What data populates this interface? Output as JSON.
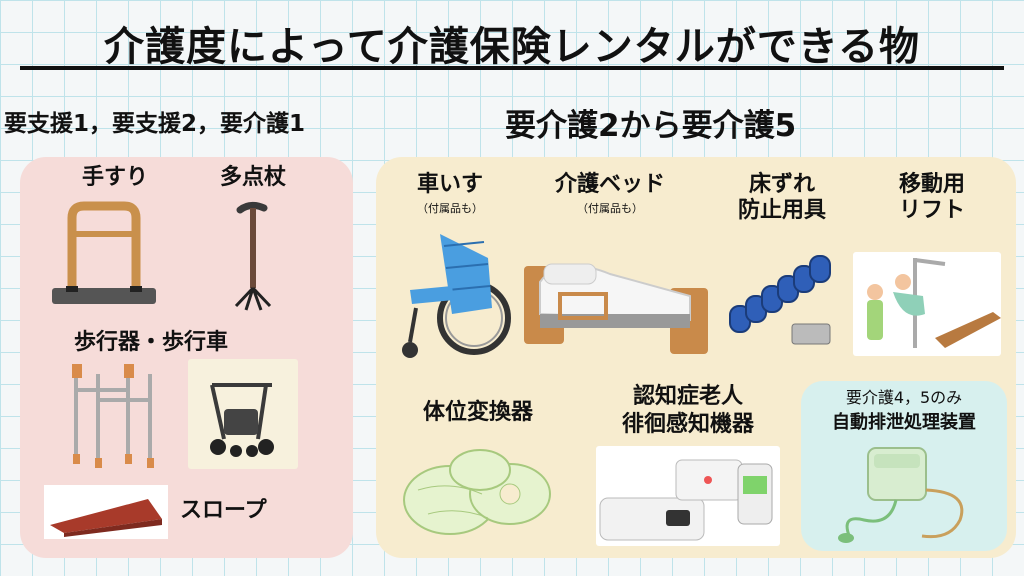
{
  "title": "介護度によって介護保険レンタルができる物",
  "left_category": "要支援1，要支援2，要介護1",
  "right_category": "要介護2から要介護5",
  "left_items": {
    "handrail": "手すり",
    "cane": "多点杖",
    "walker": "歩行器・歩行車",
    "slope": "スロープ"
  },
  "right_items": {
    "wheelchair": "車いす",
    "wheelchair_note": "（付属品も）",
    "bed": "介護ベッド",
    "bed_note": "（付属品も）",
    "bedsore_line1": "床ずれ",
    "bedsore_line2": "防止用具",
    "lift_line1": "移動用",
    "lift_line2": "リフト",
    "positioner": "体位変換器",
    "sensor_line1": "認知症老人",
    "sensor_line2": "徘徊感知機器"
  },
  "special": {
    "badge": "要介護4，5のみ",
    "item": "自動排泄処理装置"
  },
  "colors": {
    "left_panel": "#f6dcd9",
    "right_panel": "#f7eccf",
    "special_panel": "#d7f0ee",
    "grid_line": "#bfe3ea"
  }
}
